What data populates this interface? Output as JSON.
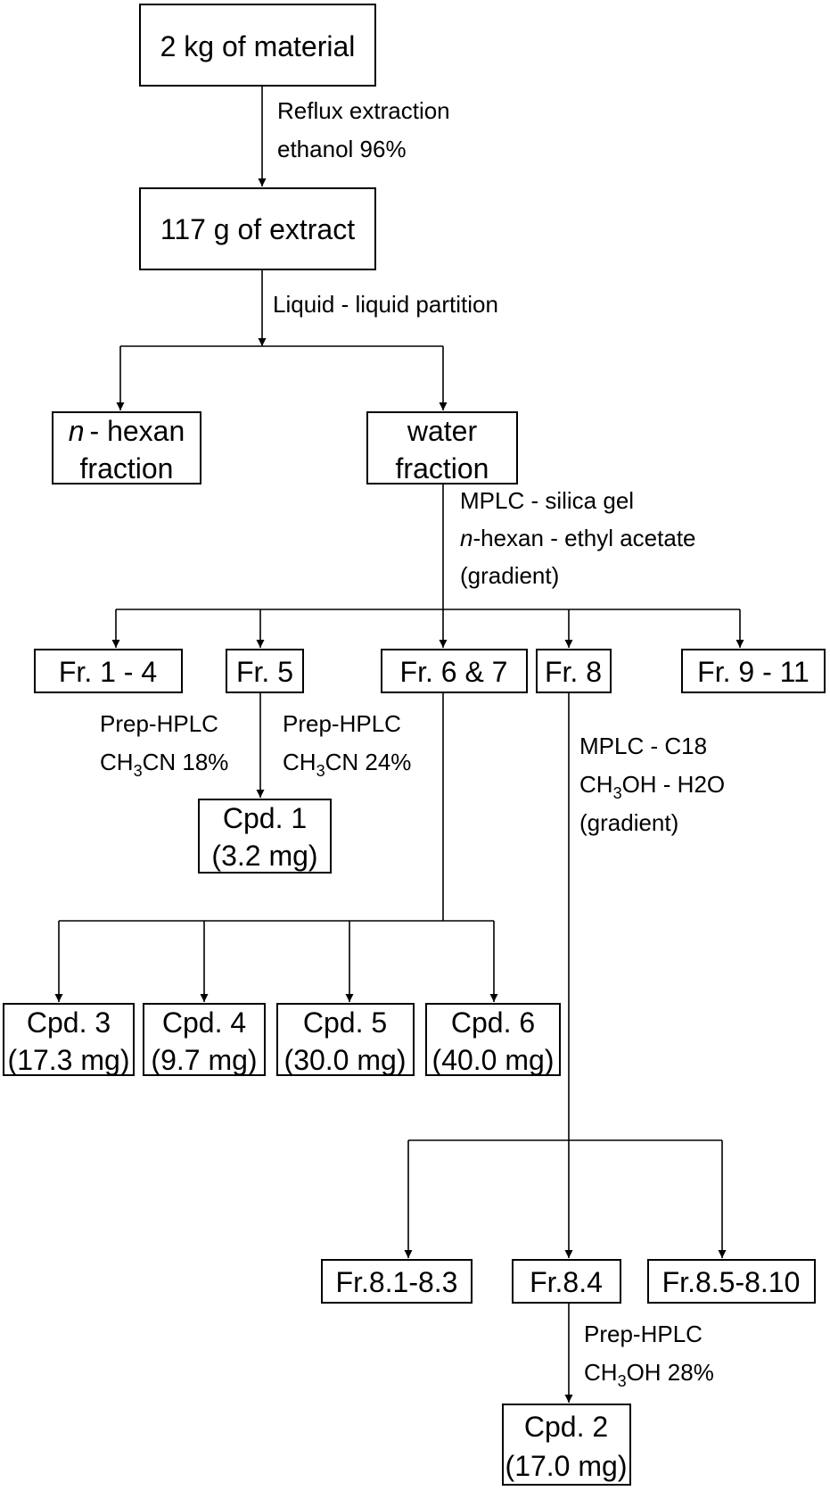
{
  "boxes": {
    "material": "2 kg of material",
    "extract": "117 g of extract",
    "hexan_1": "- hexan",
    "hexan_n": "n",
    "hexan_2": "fraction",
    "water_1": "water",
    "water_2": "fraction",
    "fr1_4": "Fr. 1 - 4",
    "fr5": "Fr. 5",
    "fr6_7": "Fr. 6 & 7",
    "fr8": "Fr. 8",
    "fr9_11": "Fr. 9 - 11",
    "cpd1_a": "Cpd. 1",
    "cpd1_b": "(3.2 mg)",
    "cpd3_a": "Cpd. 3",
    "cpd3_b": "(17.3 mg)",
    "cpd4_a": "Cpd. 4",
    "cpd4_b": "(9.7 mg)",
    "cpd5_a": "Cpd. 5",
    "cpd5_b": "(30.0 mg)",
    "cpd6_a": "Cpd. 6",
    "cpd6_b": "(40.0 mg)",
    "fr8_1": "Fr.8.1-8.3",
    "fr8_4": "Fr.8.4",
    "fr8_5": "Fr.8.5-8.10",
    "cpd2_a": "Cpd. 2",
    "cpd2_b": "(17.0 mg)"
  },
  "labels": {
    "reflux_1": "Reflux extraction",
    "reflux_2": "ethanol 96%",
    "partition": "Liquid - liquid partition",
    "mplc_silica_1": "MPLC - silica gel",
    "mplc_silica_2_n": "n",
    "mplc_silica_2": "-hexan - ethyl acetate",
    "mplc_silica_3": "(gradient)",
    "prep_left_1": "Prep-HPLC",
    "prep_left_2a": "CH",
    "prep_left_2sub": "3",
    "prep_left_2b": "CN 18%",
    "prep_right_1": "Prep-HPLC",
    "prep_right_2a": "CH",
    "prep_right_2sub": "3",
    "prep_right_2b": "CN 24%",
    "mplc_c18_1": "MPLC - C18",
    "mplc_c18_2a": "CH",
    "mplc_c18_2sub": "3",
    "mplc_c18_2b": "OH - H2O",
    "mplc_c18_3": "(gradient)",
    "prep_c2_1": "Prep-HPLC",
    "prep_c2_2a": "CH",
    "prep_c2_2sub": "3",
    "prep_c2_2b": "OH 28%"
  }
}
